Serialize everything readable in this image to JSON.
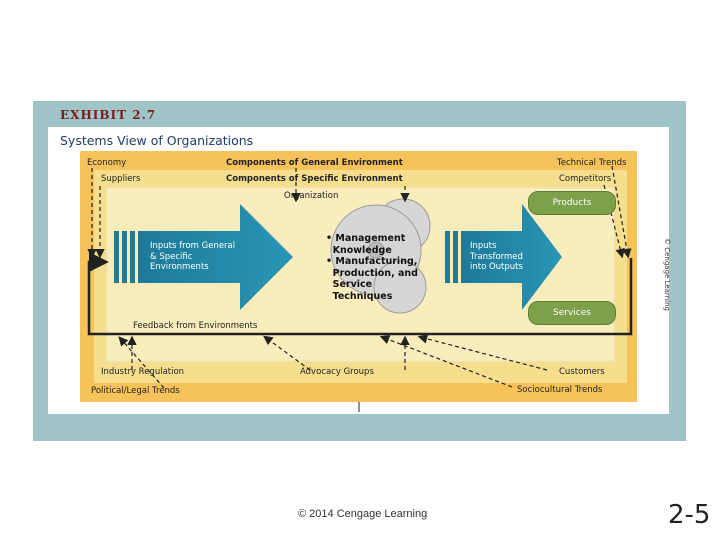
{
  "exhibit": {
    "label": "EXHIBIT 2.7",
    "title": "Systems View of Organizations",
    "credit": "© Cengage Learning"
  },
  "diagram": {
    "general_env": {
      "economy": "Economy",
      "components": "Components of General Environment",
      "technical": "Technical Trends",
      "political": "Political/Legal Trends",
      "sociocultural": "Sociocultural Trends"
    },
    "specific_env": {
      "suppliers": "Suppliers",
      "components": "Components of Specific Environment",
      "competitors": "Competitors",
      "industry": "Industry Regulation",
      "advocacy": "Advocacy Groups",
      "customers": "Customers"
    },
    "organization": "Organization",
    "inputs": [
      "Inputs from General",
      "& Specific",
      "Environments"
    ],
    "transform_items": [
      "• Management",
      "  Knowledge",
      "• Manufacturing,",
      "  Production, and",
      "  Service",
      "  Techniques"
    ],
    "outputs": [
      "Inputs",
      "Transformed",
      "into Outputs"
    ],
    "products": "Products",
    "services": "Services",
    "feedback": "Feedback from Environments"
  },
  "footer": {
    "copyright": "© 2014 Cengage Learning",
    "page": "2-5"
  }
}
